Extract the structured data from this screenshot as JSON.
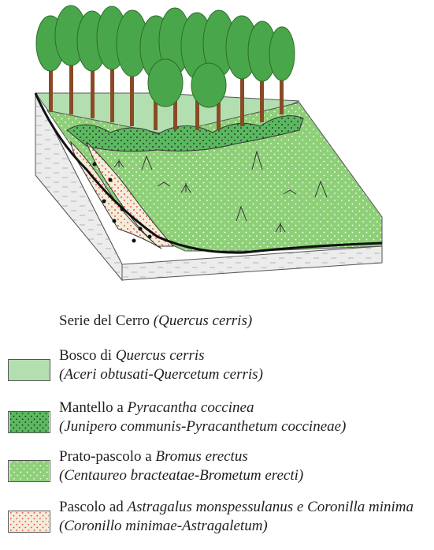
{
  "legend": {
    "title_prefix": "Serie del Cerro ",
    "title_species": "(Quercus cerris)",
    "items": [
      {
        "line1_prefix": "Bosco di ",
        "line1_species": "Quercus cerris",
        "line1_suffix": "",
        "line2": "(Aceri obtusati-Quercetum cerris)",
        "swatch": "forest"
      },
      {
        "line1_prefix": "Mantello a ",
        "line1_species": "Pyracantha coccinea",
        "line1_suffix": "",
        "line2": "(Junipero communis-Pyracanthetum coccineae)",
        "swatch": "mantle"
      },
      {
        "line1_prefix": "Prato-pascolo a ",
        "line1_species": "Bromus erectus",
        "line1_suffix": "",
        "line2": "(Centaureo bracteatae-Brometum erecti)",
        "swatch": "meadow"
      },
      {
        "line1_prefix": "Pascolo ad ",
        "line1_species": "Astragalus monspessulanus e Coronilla minima",
        "line1_suffix": "",
        "line2": "(Coronillo minimae-Astragaletum)",
        "swatch": "pasture"
      }
    ]
  },
  "colors": {
    "forest": "#b3dfb0",
    "mantle": "#5bb860",
    "meadow": "#8ed078",
    "pasture": "#f3ecd9",
    "pasture_dots": "#e0312f",
    "trunk": "#8b4a25",
    "canopy": "#4aa64a",
    "rock": "#e9e9e9"
  }
}
